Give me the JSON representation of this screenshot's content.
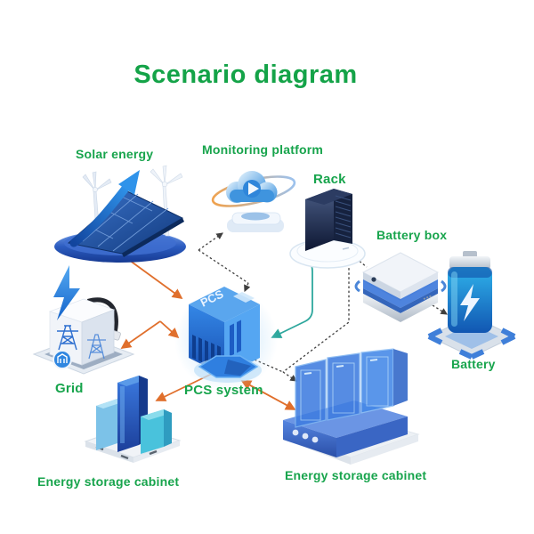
{
  "title": "Scenario diagram",
  "colors": {
    "title_green": "#14a348",
    "label_green": "#17a44c",
    "arrow_orange": "#e06f2c",
    "arrow_teal": "#2ea79d",
    "arrow_dashed": "#3f3f3f"
  },
  "nodes": {
    "solar": {
      "label": "Solar energy"
    },
    "monitoring": {
      "label": "Monitoring platform"
    },
    "rack": {
      "label": "Rack"
    },
    "battery_box": {
      "label": "Battery box"
    },
    "battery": {
      "label": "Battery"
    },
    "grid": {
      "label": "Grid"
    },
    "pcs": {
      "label": "PCS system",
      "device_text": "PCS"
    },
    "cabinet_left": {
      "label": "Energy storage cabinet"
    },
    "cabinet_right": {
      "label": "Energy storage cabinet"
    }
  },
  "connections": [
    {
      "from": "solar",
      "to": "pcs",
      "style": "solid-orange",
      "direction": "one-way"
    },
    {
      "from": "grid",
      "to": "pcs",
      "style": "solid-orange",
      "direction": "two-way"
    },
    {
      "from": "pcs",
      "to": "cabinet_left",
      "style": "solid-orange",
      "direction": "one-way"
    },
    {
      "from": "pcs",
      "to": "cabinet_right",
      "style": "solid-orange",
      "direction": "two-way"
    },
    {
      "from": "rack",
      "to": "pcs",
      "style": "solid-teal",
      "direction": "one-way"
    },
    {
      "from": "monitoring",
      "to": "pcs",
      "style": "dashed",
      "direction": "two-way"
    },
    {
      "from": "rack",
      "to": "battery_box",
      "style": "dashed",
      "direction": "link"
    },
    {
      "from": "battery_box",
      "to": "battery",
      "style": "dashed",
      "direction": "one-way"
    },
    {
      "from": "rack",
      "to": "cabinet_right",
      "style": "dashed",
      "direction": "one-way"
    },
    {
      "from": "pcs",
      "to": "cabinet_right",
      "style": "dashed",
      "direction": "link"
    }
  ]
}
